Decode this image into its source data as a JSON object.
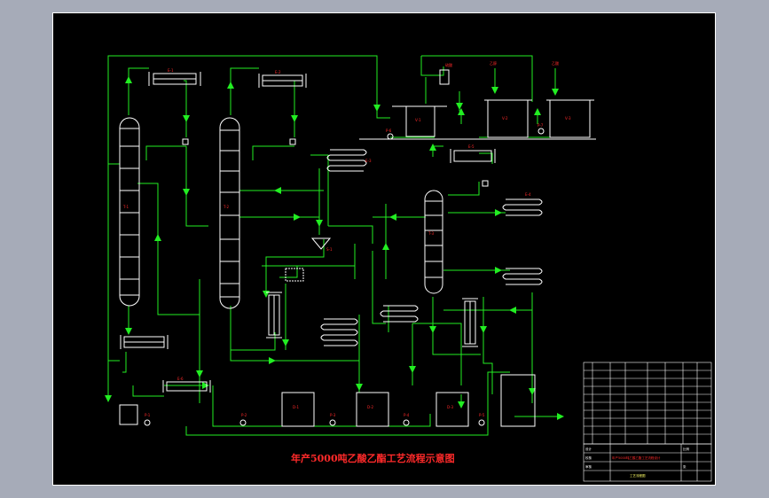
{
  "drawing": {
    "caption": "年产5000吨乙酸乙酯工艺流程示意图",
    "background_color": "#000000",
    "line_color": "#22ee22",
    "equipment_color": "#ffffff",
    "tag_color": "#ff2a2a",
    "outer_bg": "#a6abb8"
  },
  "labels": {
    "condenser_1": "E-1",
    "condenser_2": "E-2",
    "cooler_3": "E-3",
    "cooler_4": "E-4",
    "cooler_5": "E-5",
    "cooler_6": "E-6",
    "column_1": "T-1",
    "column_2": "T-2",
    "column_3": "T-3",
    "tank_top_1": "V-1",
    "tank_top_2": "V-2",
    "tank_top_3": "V-3",
    "feed_1": "乙醇",
    "feed_2": "乙酸",
    "feed_3": "硫酸",
    "separator": "S-1",
    "pump_1": "P-1",
    "pump_2": "P-2",
    "pump_3": "P-3",
    "pump_4": "P-4",
    "pump_5": "P-5",
    "pump_6": "P-6",
    "pump_7": "P-7",
    "drum_1": "D-1",
    "drum_2": "D-2",
    "drum_3": "D-3"
  },
  "title_block": {
    "project": "年产5000吨乙酸乙酯工艺流程设计",
    "drawing_name": "工艺流程图",
    "designed": "设计",
    "checked": "校核",
    "approved": "审核",
    "scale": "比例",
    "sheet": "张"
  }
}
